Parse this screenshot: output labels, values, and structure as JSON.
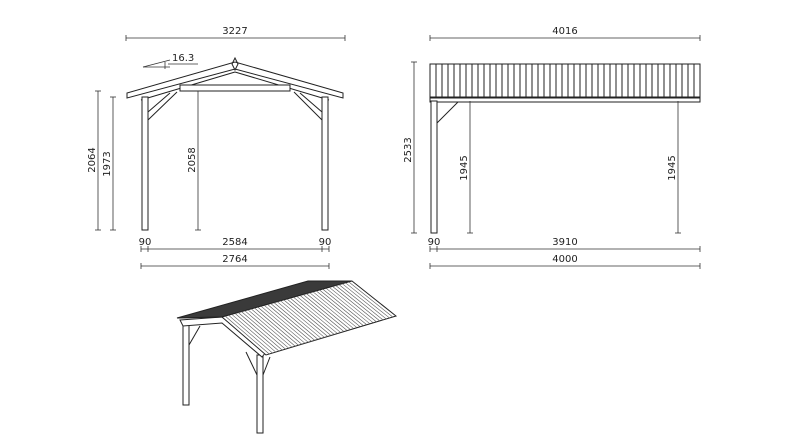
{
  "front_view": {
    "overall_width": "3227",
    "roof_slope": "16.3",
    "height_total": "2064",
    "height_eave": "1973",
    "height_clear": "2058",
    "post_left": "90",
    "inner_width": "2584",
    "post_right": "90",
    "outer_width": "2764"
  },
  "side_view": {
    "overall_length": "4016",
    "height_total": "2533",
    "height_clear_left": "1945",
    "height_clear_right": "1945",
    "post_width": "90",
    "inner_length": "3910",
    "outer_length": "4000"
  },
  "colors": {
    "line": "#222222",
    "roof_dark": "#3a3a3a"
  }
}
